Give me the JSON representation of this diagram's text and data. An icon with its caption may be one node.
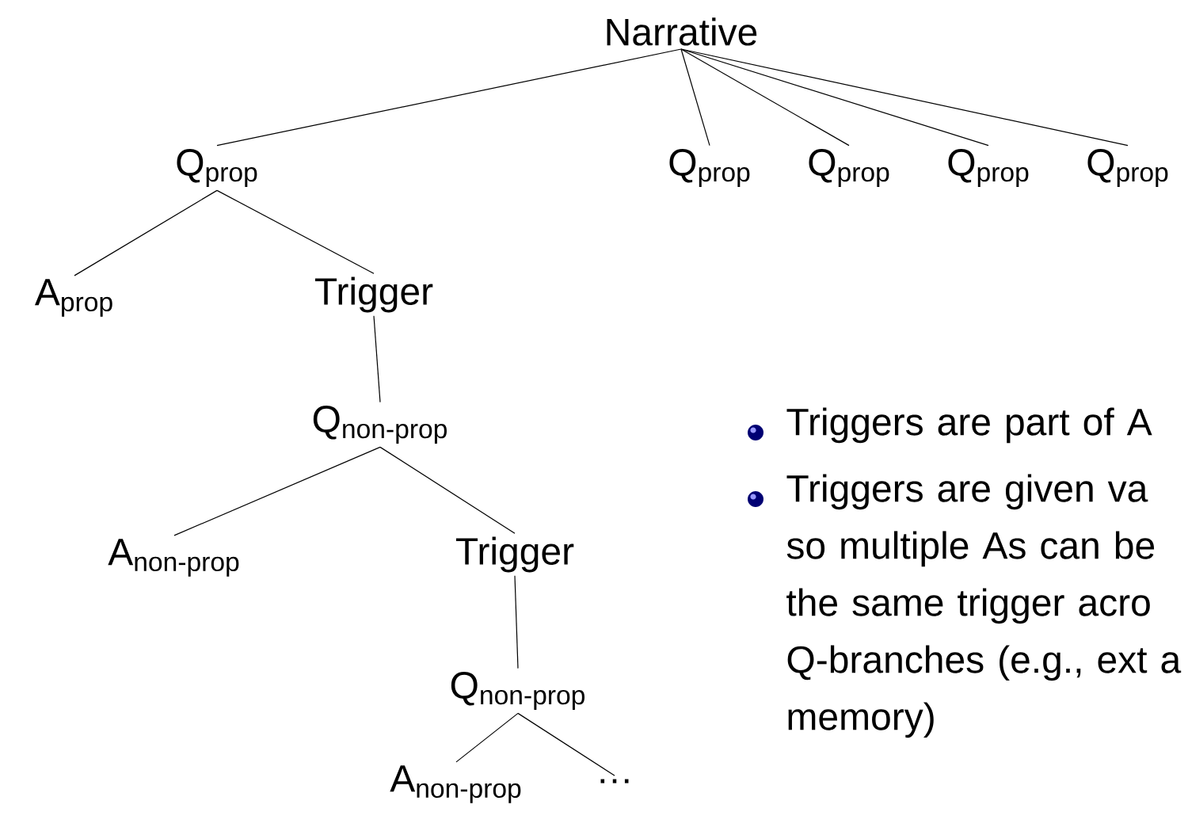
{
  "diagram": {
    "nodes": [
      {
        "text": [
          "Narrative"
        ]
      },
      {
        "text": [
          "Q$_{prop}$"
        ]
      },
      {
        "text": [
          "Q$_{prop}$"
        ]
      },
      {
        "text": [
          "Q$_{prop}$"
        ]
      },
      {
        "text": [
          "Q$_{prop}$"
        ]
      },
      {
        "text": [
          "Q$_{prop}$"
        ]
      },
      {
        "text": [
          "A$_{prop}$"
        ]
      },
      {
        "text": [
          "Trigger"
        ]
      },
      {
        "text": [
          "Q$_{non-prop}$"
        ]
      },
      {
        "text": [
          "A$_{non-prop}$"
        ]
      },
      {
        "text": [
          "Trigger"
        ]
      },
      {
        "text": [
          "Q$_{non-prop}$"
        ]
      },
      {
        "text": [
          "A$_{non-prop}$"
        ]
      },
      {
        "text": [
          "…"
        ]
      }
    ],
    "edges": [
      {
        "from": 0,
        "to": 1,
        "arrow": "none"
      },
      {
        "from": 0,
        "to": 2,
        "arrow": "none"
      },
      {
        "from": 0,
        "to": 3,
        "arrow": "none"
      },
      {
        "from": 0,
        "to": 4,
        "arrow": "none"
      },
      {
        "from": 0,
        "to": 5,
        "arrow": "none"
      },
      {
        "from": 1,
        "to": 6,
        "arrow": "none"
      },
      {
        "from": 1,
        "to": 7,
        "arrow": "none"
      },
      {
        "from": 7,
        "to": 8,
        "arrow": "none"
      },
      {
        "from": 8,
        "to": 9,
        "arrow": "none"
      },
      {
        "from": 8,
        "to": 10,
        "arrow": "none"
      },
      {
        "from": 10,
        "to": 11,
        "arrow": "none"
      },
      {
        "from": 11,
        "to": 12,
        "arrow": "none"
      },
      {
        "from": 11,
        "to": 13,
        "arrow": "none"
      }
    ],
    "labels": [
      "Triggers are part of A",
      "Triggers are given va so multiple As can be the same trigger acro Q-branches (e.g., ext a memory)"
    ]
  }
}
